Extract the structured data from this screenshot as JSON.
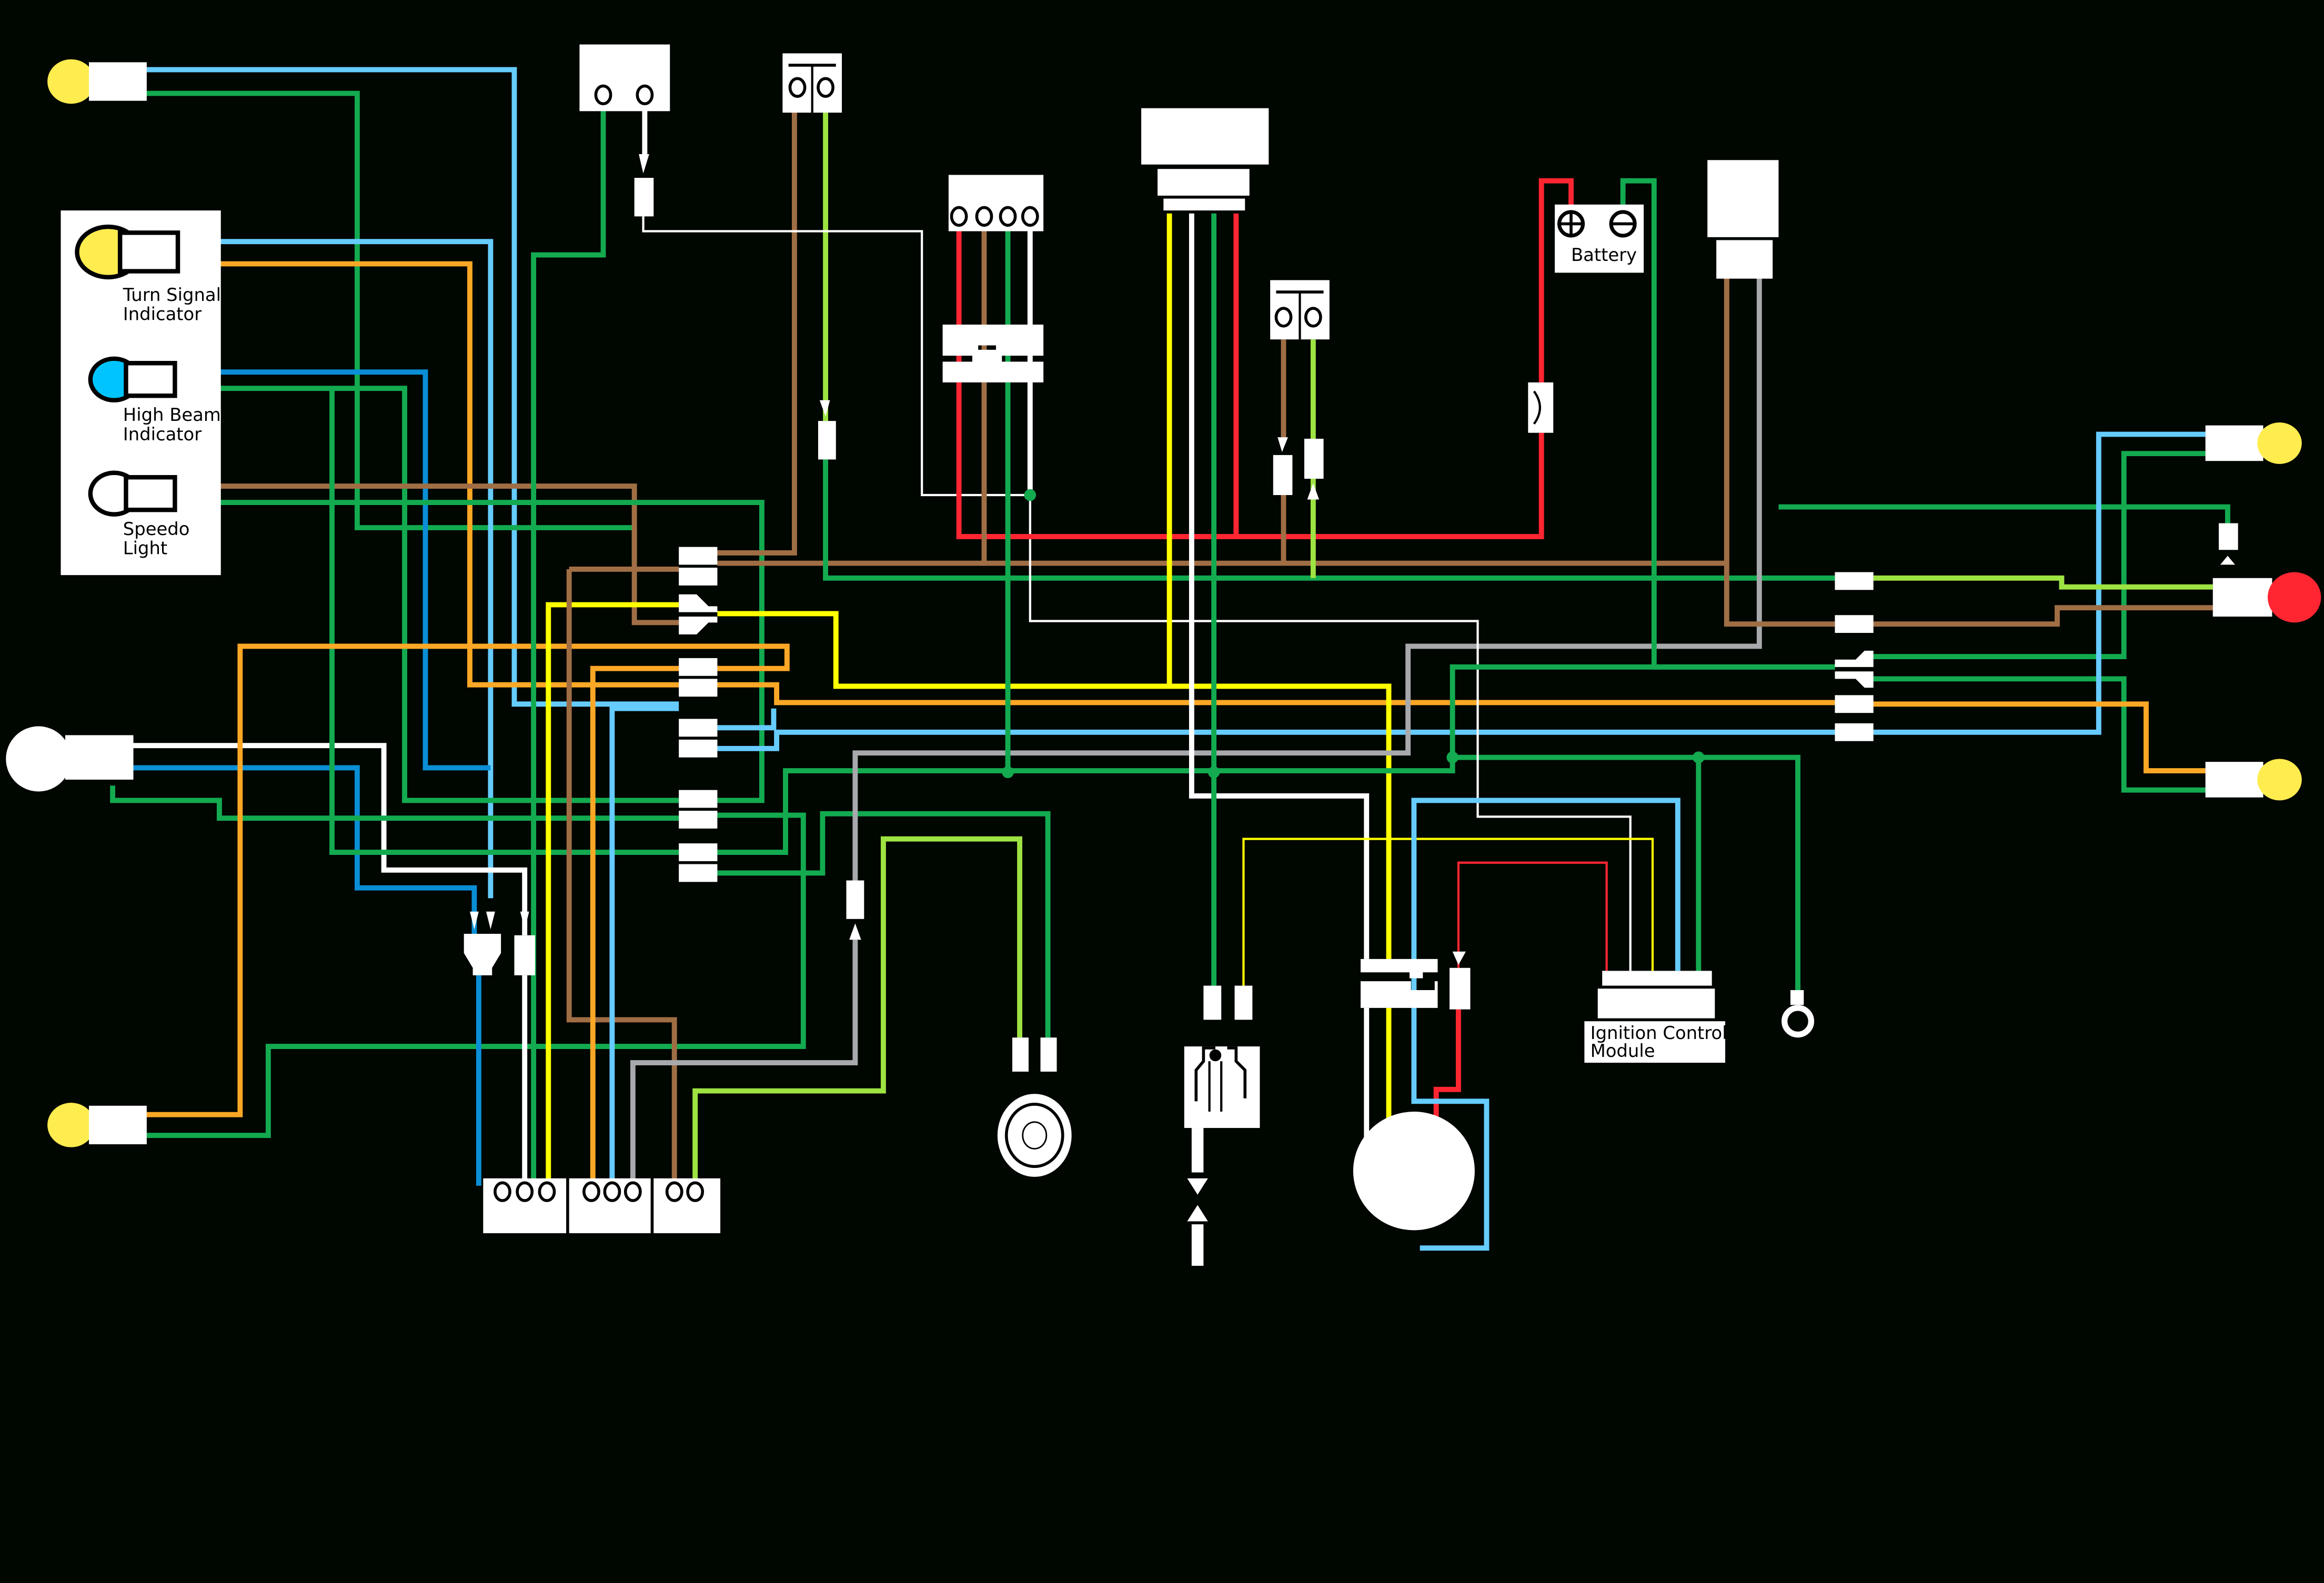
{
  "title": "Motorcycle Wiring Diagram",
  "wire_colors": {
    "lightblue": "#66ccff",
    "blue": "#0a8fd6",
    "green": "#13aa50",
    "orange": "#fca826",
    "brown": "#a06e45",
    "yellow": "#ffff00",
    "white": "#ffffff",
    "red": "#ff2632",
    "gray": "#a7a9ac",
    "lightgreen": "#9de342",
    "green_yellow": "#13aa50"
  },
  "lamp_colors": {
    "amber": "#ffec4f",
    "blue": "#00c4ff",
    "red": "#ff2632",
    "clear": "#ffffff"
  },
  "labels": {
    "turn_signal_indicator": [
      "Turn Signal",
      "Indicator"
    ],
    "high_beam_indicator": [
      "High Beam",
      "Indicator"
    ],
    "speedo_light": [
      "Speedo",
      "Light"
    ],
    "battery": "Battery",
    "ignition_control_module": [
      "Ignition Control",
      "Module"
    ]
  }
}
